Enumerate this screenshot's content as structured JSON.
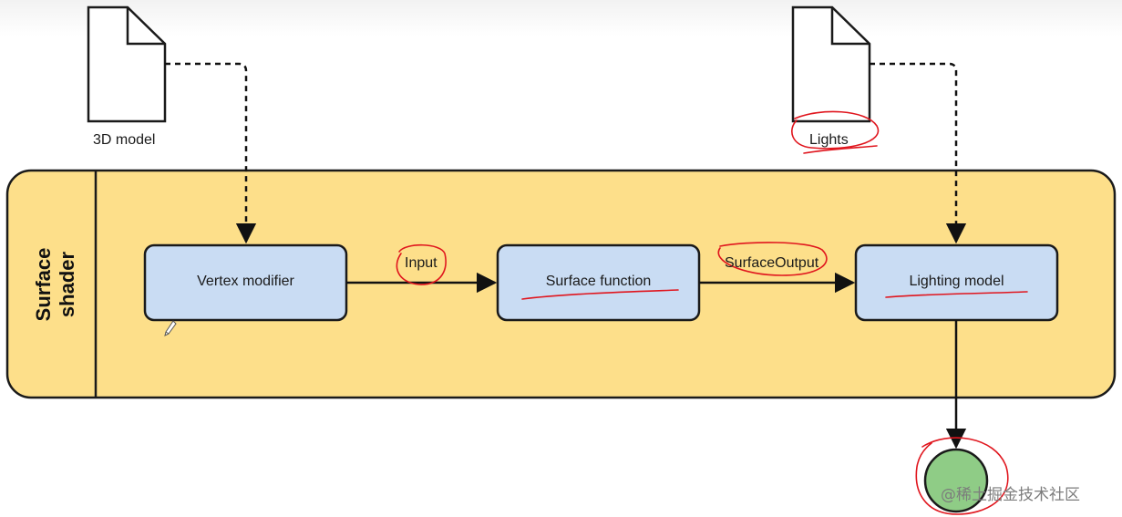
{
  "lane": {
    "title": "Surface shader"
  },
  "files": {
    "model": "3D model",
    "lights": "Lights"
  },
  "nodes": {
    "vertex": "Vertex modifier",
    "surface": "Surface function",
    "lighting": "Lighting model"
  },
  "edges": {
    "input": "Input",
    "surface_output": "SurfaceOutput"
  },
  "watermark": "@稀土掘金技术社区",
  "colors": {
    "lane_fill": "#fddf8a",
    "node_fill": "#c9dcf3",
    "end_fill": "#8fcc86",
    "annotation": "#e0161e"
  }
}
